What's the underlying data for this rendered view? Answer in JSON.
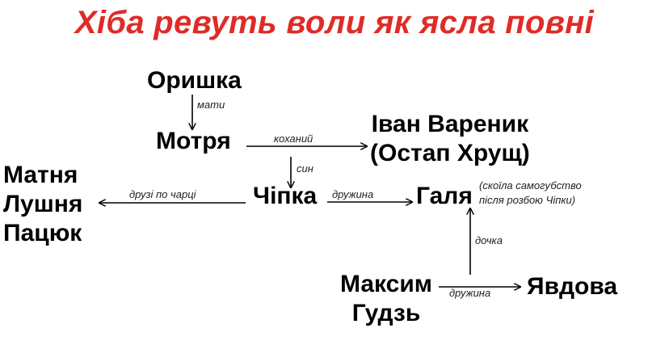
{
  "title": "Хіба ревуть воли як ясла повні",
  "nodes": {
    "oryshka": [
      "Оришка"
    ],
    "motria": [
      "Мотря"
    ],
    "ivan": [
      "Іван Вареник",
      "(Остап Хрущ)"
    ],
    "chipka": [
      "Чіпка"
    ],
    "halia": [
      "Галя"
    ],
    "friends": [
      "Матня",
      "Лушня",
      "Пацюк"
    ],
    "maksym": [
      "Максим",
      "Гудзь"
    ],
    "yavdova": [
      "Явдова"
    ]
  },
  "halia_note": [
    "(скоїла самогубство",
    "після розбою Чіпки)"
  ],
  "edges": {
    "oryshka_motria": "мати",
    "motria_ivan": "коханий",
    "motria_chipka": "син",
    "chipka_friends": "друзі по чарці",
    "chipka_halia": "дружина",
    "maksym_halia": "дочка",
    "maksym_yavdova": "дружина"
  },
  "colors": {
    "title": "#e02b27",
    "text": "#000000"
  }
}
